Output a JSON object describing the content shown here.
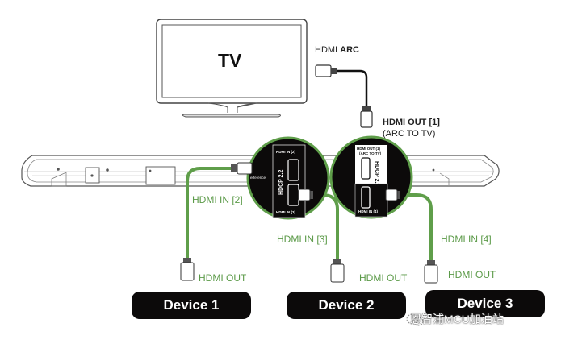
{
  "tv": {
    "label": "TV"
  },
  "arc": {
    "prefix": "HDMI ",
    "bold": "ARC"
  },
  "hdmi_out_1": {
    "label": "HDMI OUT [1]",
    "sub": "(ARC TO TV)"
  },
  "inputs": [
    {
      "label": "HDMI IN [2]"
    },
    {
      "label": "HDMI IN [3]"
    },
    {
      "label": "HDMI IN [4]"
    }
  ],
  "devices": [
    {
      "name": "Device 1",
      "port_label": "HDMI OUT"
    },
    {
      "name": "Device 2",
      "port_label": "HDMI OUT"
    },
    {
      "name": "Device 3",
      "port_label": "HDMI OUT"
    }
  ],
  "port_panel_left": {
    "top_label": "HDMI IN (2)",
    "side_label": "HDCP 2.2",
    "bottom_label": "HDMI IN (3)"
  },
  "port_panel_right": {
    "top_label": "HDMI OUT (1)",
    "top_sub": "(ARC TO TV)",
    "side_label": "HDCP 2.2",
    "bottom_label": "HDMI IN (4)"
  },
  "soundbar_note": "erference",
  "watermark": {
    "text": "恩智浦MCU加油站"
  },
  "colors": {
    "cable_green": "#5f9e4a",
    "panel_black": "#0c0a0a",
    "label_green": "#5b9a48"
  }
}
